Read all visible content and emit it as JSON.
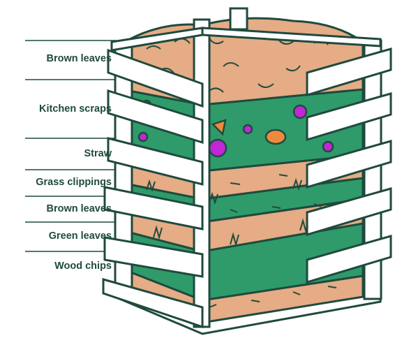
{
  "diagram": {
    "layers": [
      {
        "label": "Brown leaves"
      },
      {
        "label": "Kitchen scraps"
      },
      {
        "label": "Straw"
      },
      {
        "label": "Grass clippings"
      },
      {
        "label": "Brown leaves"
      },
      {
        "label": "Green leaves"
      },
      {
        "label": "Wood chips"
      }
    ]
  },
  "colors": {
    "outline": "#1f4a3e",
    "brown": "#e5ac85",
    "green": "#2f9b6a",
    "magenta": "#c226d6",
    "orange": "#ef8a3c",
    "board": "#ffffff"
  }
}
